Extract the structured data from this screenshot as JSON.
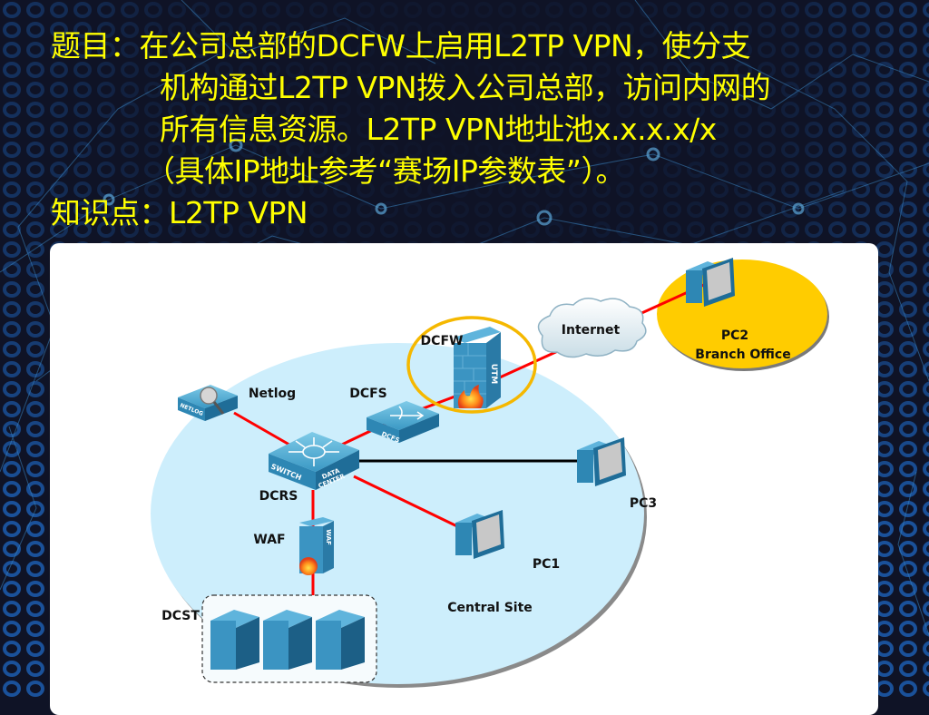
{
  "slide": {
    "title_lines": [
      "题目：在公司总部的DCFW上启用L2TP VPN，使分支",
      "机构通过L2TP VPN拨入公司总部，访问内网的",
      "所有信息资源。L2TP VPN地址池x.x.x.x/x",
      "（具体IP地址参考“赛场IP参数表”）。"
    ],
    "knowledge_point": "知识点：L2TP VPN"
  },
  "colors": {
    "title_text": "#ffff00",
    "background": "#0f1326",
    "pattern": "#1d5fb5",
    "central_site_fill": "#cdeefc",
    "branch_fill": "#ffcc00",
    "highlight_ring": "#f5b800",
    "red_link": "#ff0000",
    "black_link": "#000000",
    "device": "#2e87b4"
  },
  "diagram": {
    "sites": {
      "central": "Central Site",
      "branch_pc": "PC2",
      "branch": "Branch Office"
    },
    "cloud": "Internet",
    "devices": {
      "dcfw": {
        "label": "DCFW",
        "badge": "UTM"
      },
      "dcfs": {
        "label": "DCFS",
        "badge": "DCFS"
      },
      "netlog": {
        "label": "Netlog",
        "badge": "NETLOG"
      },
      "dcrs": {
        "label": "DCRS",
        "badge1": "SWITCH",
        "badge2": "DATA",
        "badge3": "CENTER"
      },
      "waf": {
        "label": "WAF",
        "badge": "WAF"
      },
      "dcst": {
        "label": "DCST"
      },
      "pc1": {
        "label": "PC1"
      },
      "pc3": {
        "label": "PC3"
      }
    }
  }
}
